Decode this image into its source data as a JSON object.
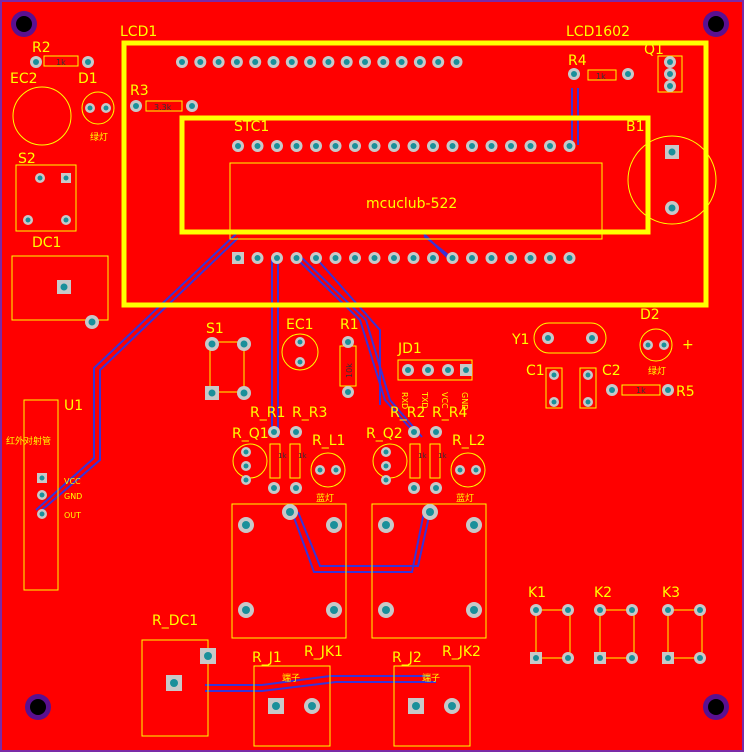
{
  "board": {
    "project_name": "LCD1602",
    "silk_text": "mcuclub-522"
  },
  "colors": {
    "copper": "#ff0000",
    "outline": "#7a2aa8",
    "silk": "#ffff00",
    "trace": "#3a33d6",
    "pad_ring": "#c8c8c8",
    "pad_hole": "#1a8f9a"
  },
  "labels": {
    "lcd1": "LCD1",
    "lcd1602": "LCD1602",
    "r2": "R2",
    "r2_value": "1k",
    "ec2": "EC2",
    "d1": "D1",
    "d1_note": "绿灯",
    "r3": "R3",
    "r3_value": "3.3k",
    "r4": "R4",
    "r4_value": "1k",
    "q1": "Q1",
    "stc1": "STC1",
    "b1": "B1",
    "s2": "S2",
    "dc1": "DC1",
    "s1": "S1",
    "ec1": "EC1",
    "r1": "R1",
    "r1_value": "10k",
    "jd1": "JD1",
    "jd1_pins": [
      "RXD",
      "TXD",
      "VCC",
      "GND"
    ],
    "y1": "Y1",
    "d2": "D2",
    "d2_plus": "+",
    "d2_note": "绿灯",
    "c1": "C1",
    "c2": "C2",
    "r5": "R5",
    "r5_value": "1k",
    "u1": "U1",
    "u1_title": "红外对射管",
    "u1_pins": [
      "VCC",
      "GND",
      "OUT"
    ],
    "r_r1": "R_R1",
    "r_r3": "R_R3",
    "r_q1": "R_Q1",
    "r_l1": "R_L1",
    "r_r2": "R_R2",
    "r_r4": "R_R4",
    "r_q2": "R_Q2",
    "r_l2": "R_L2",
    "r_l1_note": "蓝灯",
    "r_l2_note": "蓝灯",
    "r_r_values": [
      "1k",
      "1k",
      "1k",
      "1k"
    ],
    "k1": "K1",
    "k2": "K2",
    "k3": "K3",
    "r_dc1": "R_DC1",
    "r_j1": "R_J1",
    "r_jk1": "R_JK1",
    "r_j2": "R_J2",
    "r_jk2": "R_JK2",
    "terminal_note_1": "端子",
    "terminal_note_2": "端子"
  }
}
